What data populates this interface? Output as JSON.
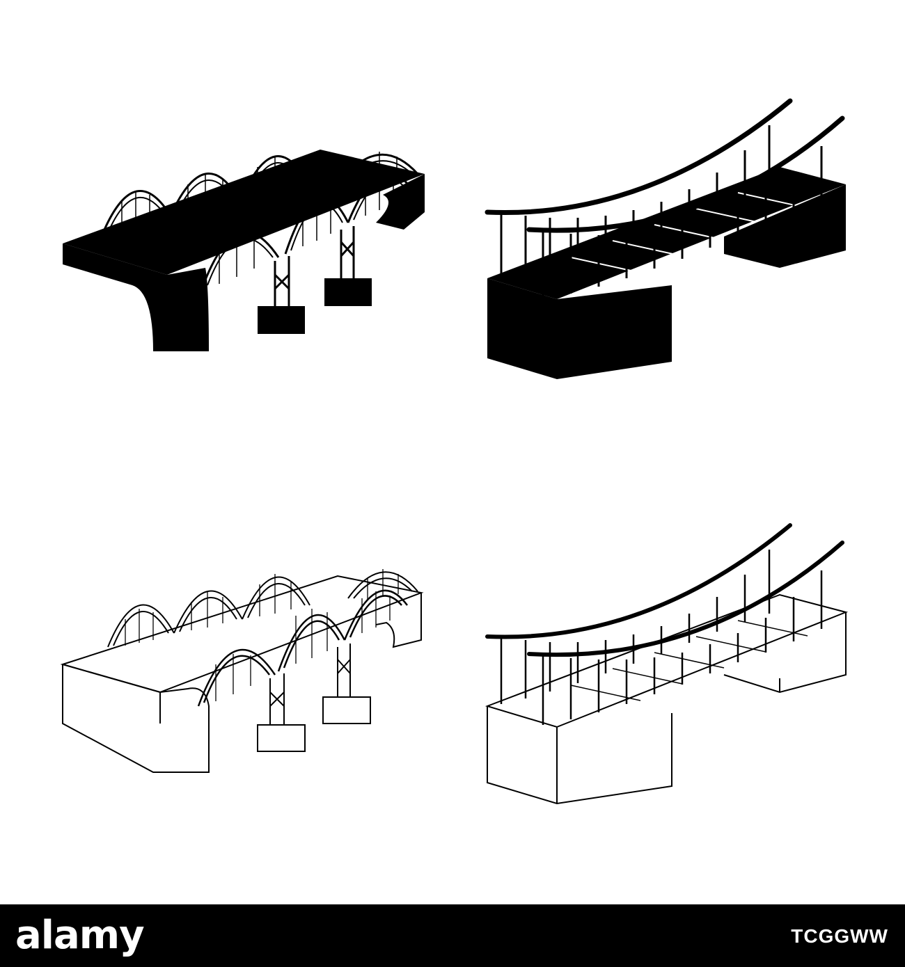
{
  "illustration": {
    "icons": [
      {
        "name": "arch-bridge",
        "style": "solid"
      },
      {
        "name": "rope-bridge",
        "style": "solid"
      },
      {
        "name": "arch-bridge",
        "style": "outline"
      },
      {
        "name": "rope-bridge",
        "style": "outline"
      }
    ],
    "colors": {
      "ink": "#000000",
      "background": "#ffffff"
    }
  },
  "footer": {
    "brand": "alamy",
    "image_id": "TCGGWW",
    "background": "#000000"
  }
}
